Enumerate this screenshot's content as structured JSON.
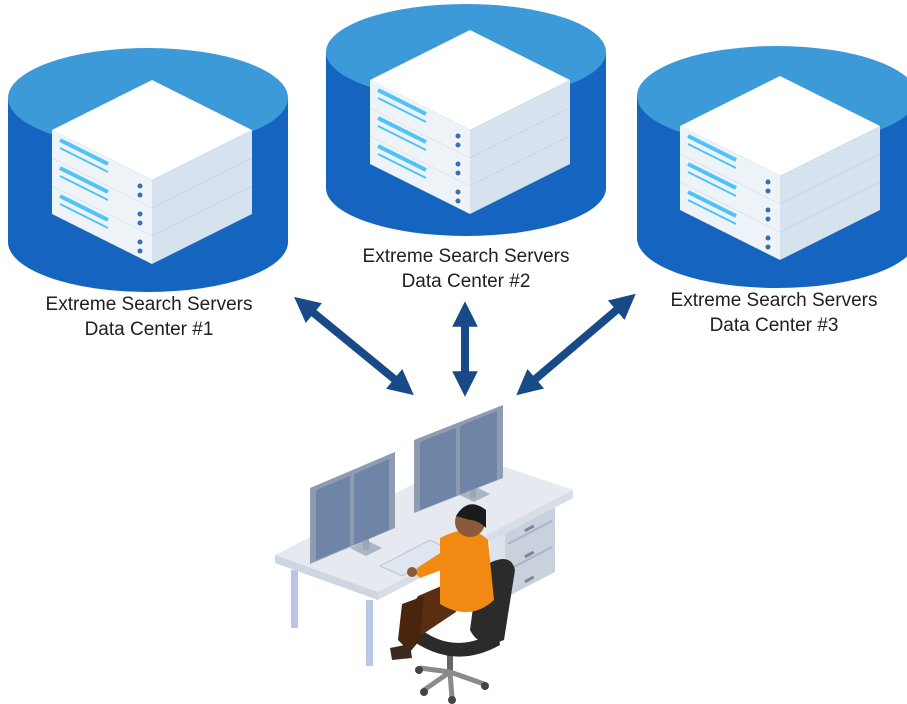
{
  "colors": {
    "background": "#ffffff",
    "cylinder_side": "#1565c0",
    "cylinder_top": "#3d9ad8",
    "server_top": "#ffffff",
    "server_front": "#eef3f8",
    "server_side": "#d6e2ee",
    "server_stripe": "#4fc3f7",
    "arrow": "#174a86",
    "desk": "#e6eaf0",
    "monitor": "#9aa6b6",
    "screen": "#6e85a8",
    "shirt": "#f08a12",
    "chair": "#2b2b2b",
    "hair": "#1b1b1b",
    "skin": "#8a5a3a",
    "pants": "#5a2e12"
  },
  "data_centers": [
    {
      "id": "dc1",
      "line1": "Extreme Search Servers",
      "line2": "Data Center #1"
    },
    {
      "id": "dc2",
      "line1": "Extreme Search Servers",
      "line2": "Data Center #2"
    },
    {
      "id": "dc3",
      "line1": "Extreme Search Servers",
      "line2": "Data Center #3"
    }
  ],
  "icons": {
    "database": "database-cylinder-icon",
    "server": "rack-server-stack-icon",
    "arrow": "bidirectional-arrow-icon",
    "workstation": "operator-workstation-icon"
  }
}
